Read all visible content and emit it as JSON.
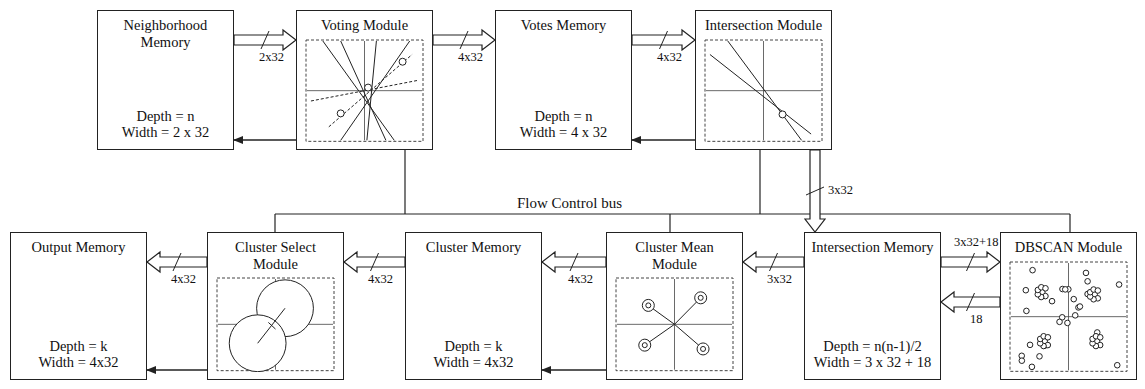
{
  "diagram": {
    "nodes": [
      {
        "text": [
          "Neighborhood Memory",
          "Depth = n",
          "Width = 2 x 32"
        ]
      },
      {
        "text": [
          "Voting Module"
        ]
      },
      {
        "text": [
          "Votes Memory",
          "Depth = n",
          "Width = 4 x 32"
        ]
      },
      {
        "text": [
          "Intersection Module"
        ]
      },
      {
        "text": [
          "Output Memory",
          "Depth = k",
          "Width = 4x32"
        ]
      },
      {
        "text": [
          "Cluster Select Module"
        ]
      },
      {
        "text": [
          "Cluster Memory",
          "Depth = k",
          "Width = 4x32"
        ]
      },
      {
        "text": [
          "Cluster Mean Module"
        ]
      },
      {
        "text": [
          "Intersection Memory",
          "Depth = n(n-1)/2",
          "Width = 3 x 32 + 18"
        ]
      },
      {
        "text": [
          "DBSCAN Module"
        ]
      }
    ],
    "edges": [
      {
        "from": 0,
        "to": 1,
        "arrow": "to",
        "label": "2x32"
      },
      {
        "from": 1,
        "to": 0,
        "arrow": "to"
      },
      {
        "from": 1,
        "to": 2,
        "arrow": "to",
        "label": "4x32"
      },
      {
        "from": 2,
        "to": 3,
        "arrow": "to",
        "label": "4x32"
      },
      {
        "from": 3,
        "to": 2,
        "arrow": "to"
      },
      {
        "from": 3,
        "to": 8,
        "arrow": "to",
        "label": "3x32"
      },
      {
        "from": 8,
        "to": 7,
        "arrow": "to",
        "label": "3x32"
      },
      {
        "from": 7,
        "to": 6,
        "arrow": "to",
        "label": "4x32"
      },
      {
        "from": 6,
        "to": 5,
        "arrow": "to",
        "label": "4x32"
      },
      {
        "from": 5,
        "to": 4,
        "arrow": "to",
        "label": "4x32"
      },
      {
        "from": 8,
        "to": 9,
        "arrow": "to",
        "label": "3x32+18"
      },
      {
        "from": 9,
        "to": 8,
        "arrow": "to",
        "label": "18"
      },
      {
        "from": 5,
        "to": 4,
        "arrow": "to"
      },
      {
        "from": 7,
        "to": 6,
        "arrow": "to"
      }
    ],
    "labels": [
      "Flow Control bus"
    ]
  }
}
